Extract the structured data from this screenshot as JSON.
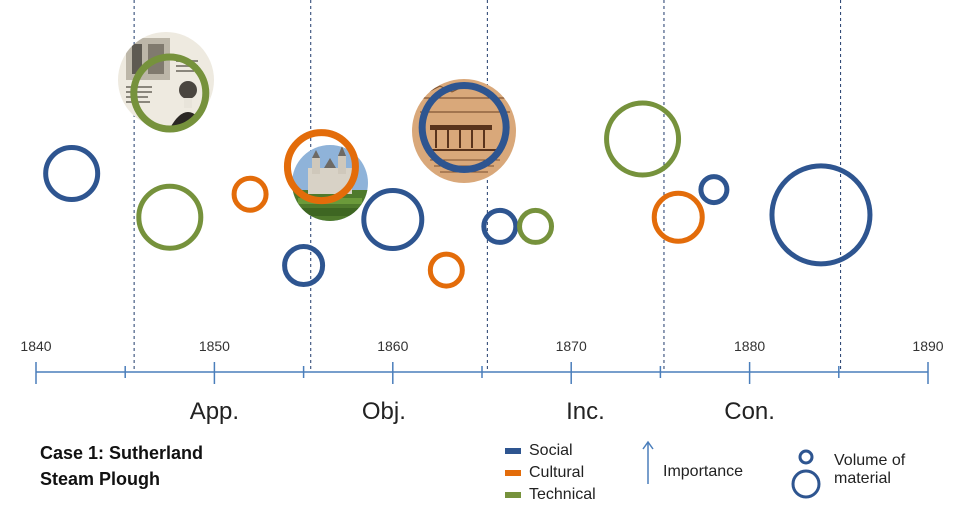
{
  "axis": {
    "start": 1840,
    "end": 1890,
    "tick_labels": [
      "1840",
      "1850",
      "1860",
      "1870",
      "1880",
      "1890"
    ]
  },
  "phases": [
    {
      "label": "App.",
      "boundary": 1845.5
    },
    {
      "label": "Obj.",
      "boundary": 1855.4
    },
    {
      "label": "Inc.",
      "boundary": 1865.3
    },
    {
      "label": "Con.",
      "boundary": 1875.2
    },
    {
      "label": "",
      "boundary": 1885.1
    }
  ],
  "phase_label_years": [
    1850,
    1859.5,
    1870.8,
    1880
  ],
  "categories": {
    "social": {
      "label": "Social",
      "color": "#2e5590"
    },
    "cultural": {
      "label": "Cultural",
      "color": "#e36c0a"
    },
    "technical": {
      "label": "Technical",
      "color": "#76923c"
    }
  },
  "events": [
    {
      "year": 1842,
      "importance": 0.55,
      "volume": 2,
      "category": "social",
      "image": false
    },
    {
      "year": 1847.5,
      "importance": 0.9,
      "volume": 3,
      "category": "technical",
      "image": true
    },
    {
      "year": 1847.5,
      "importance": 0.36,
      "volume": 2.5,
      "category": "technical",
      "image": false
    },
    {
      "year": 1852,
      "importance": 0.46,
      "volume": 1,
      "category": "cultural",
      "image": false
    },
    {
      "year": 1855,
      "importance": 0.15,
      "volume": 1.3,
      "category": "social",
      "image": false
    },
    {
      "year": 1856,
      "importance": 0.58,
      "volume": 2.8,
      "category": "cultural",
      "image": true
    },
    {
      "year": 1860,
      "importance": 0.35,
      "volume": 2.3,
      "category": "social",
      "image": false
    },
    {
      "year": 1863,
      "importance": 0.13,
      "volume": 1,
      "category": "cultural",
      "image": false
    },
    {
      "year": 1864,
      "importance": 0.75,
      "volume": 3.6,
      "category": "social",
      "image": true
    },
    {
      "year": 1866,
      "importance": 0.32,
      "volume": 1,
      "category": "social",
      "image": false
    },
    {
      "year": 1868,
      "importance": 0.32,
      "volume": 1,
      "category": "technical",
      "image": false
    },
    {
      "year": 1874,
      "importance": 0.7,
      "volume": 3,
      "category": "technical",
      "image": false
    },
    {
      "year": 1876,
      "importance": 0.36,
      "volume": 1.8,
      "category": "cultural",
      "image": false
    },
    {
      "year": 1878,
      "importance": 0.48,
      "volume": 0.7,
      "category": "social",
      "image": false
    },
    {
      "year": 1884,
      "importance": 0.37,
      "volume": 4.3,
      "category": "social",
      "image": false
    }
  ],
  "title_lines": [
    "Case 1: Sutherland",
    "Steam Plough"
  ],
  "importance_label": "Importance",
  "volume_label_lines": [
    "Volume of",
    "material"
  ],
  "colors": {
    "axis": "#4a7ebb",
    "grid": "#1f3a6b"
  }
}
